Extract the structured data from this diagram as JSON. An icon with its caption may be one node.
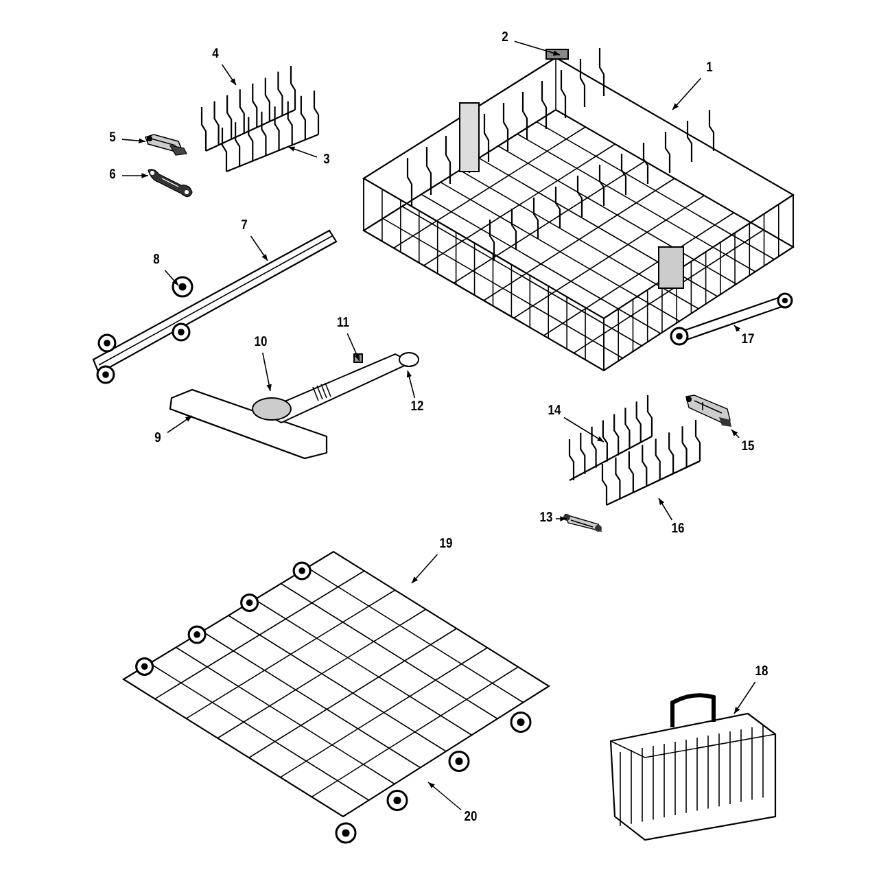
{
  "diagram": {
    "nodes": [
      {
        "text": [
          "1"
        ]
      },
      {
        "text": [
          "2"
        ]
      },
      {
        "text": [
          "3"
        ]
      },
      {
        "text": [
          "4"
        ]
      },
      {
        "text": [
          "5"
        ]
      },
      {
        "text": [
          "6"
        ]
      },
      {
        "text": [
          "7"
        ]
      },
      {
        "text": [
          "8"
        ]
      },
      {
        "text": [
          "9"
        ]
      },
      {
        "text": [
          "10"
        ]
      },
      {
        "text": [
          "11"
        ]
      },
      {
        "text": [
          "12"
        ]
      },
      {
        "text": [
          "13"
        ]
      },
      {
        "text": [
          "14"
        ]
      },
      {
        "text": [
          "15"
        ]
      },
      {
        "text": [
          "16"
        ]
      },
      {
        "text": [
          "17"
        ]
      },
      {
        "text": [
          "18"
        ]
      },
      {
        "text": [
          "19"
        ]
      },
      {
        "text": [
          "20"
        ]
      },
      {
        "text": [],
        "shape": "picture"
      },
      {
        "text": [],
        "shape": "picture"
      },
      {
        "text": [],
        "shape": "picture"
      },
      {
        "text": [],
        "shape": "picture"
      },
      {
        "text": [],
        "shape": "picture"
      },
      {
        "text": [],
        "shape": "picture"
      },
      {
        "text": [],
        "shape": "picture"
      },
      {
        "text": [],
        "shape": "picture"
      },
      {
        "text": [],
        "shape": "picture"
      },
      {
        "text": [],
        "shape": "picture"
      },
      {
        "text": [],
        "shape": "picture"
      },
      {
        "text": [],
        "shape": "picture"
      }
    ],
    "edges": [
      {
        "from": 0,
        "to": 20,
        "arrow": "to"
      },
      {
        "from": 1,
        "to": 20,
        "arrow": "to"
      },
      {
        "from": 2,
        "to": 21,
        "arrow": "to"
      },
      {
        "from": 3,
        "to": 21,
        "arrow": "to"
      },
      {
        "from": 4,
        "to": 22,
        "arrow": "to"
      },
      {
        "from": 5,
        "to": 23,
        "arrow": "to"
      },
      {
        "from": 6,
        "to": 24,
        "arrow": "to"
      },
      {
        "from": 7,
        "to": 24,
        "arrow": "to"
      },
      {
        "from": 8,
        "to": 25,
        "arrow": "to"
      },
      {
        "from": 9,
        "to": 25,
        "arrow": "to"
      },
      {
        "from": 10,
        "to": 25,
        "arrow": "to"
      },
      {
        "from": 11,
        "to": 25,
        "arrow": "to"
      },
      {
        "from": 12,
        "to": 26,
        "arrow": "to"
      },
      {
        "from": 13,
        "to": 27,
        "arrow": "to"
      },
      {
        "from": 14,
        "to": 28,
        "arrow": "to"
      },
      {
        "from": 15,
        "to": 27,
        "arrow": "to"
      },
      {
        "from": 16,
        "to": 29,
        "arrow": "to"
      },
      {
        "from": 17,
        "to": 30,
        "arrow": "to"
      },
      {
        "from": 18,
        "to": 31,
        "arrow": "to"
      },
      {
        "from": 19,
        "to": 31,
        "arrow": "to"
      }
    ]
  }
}
